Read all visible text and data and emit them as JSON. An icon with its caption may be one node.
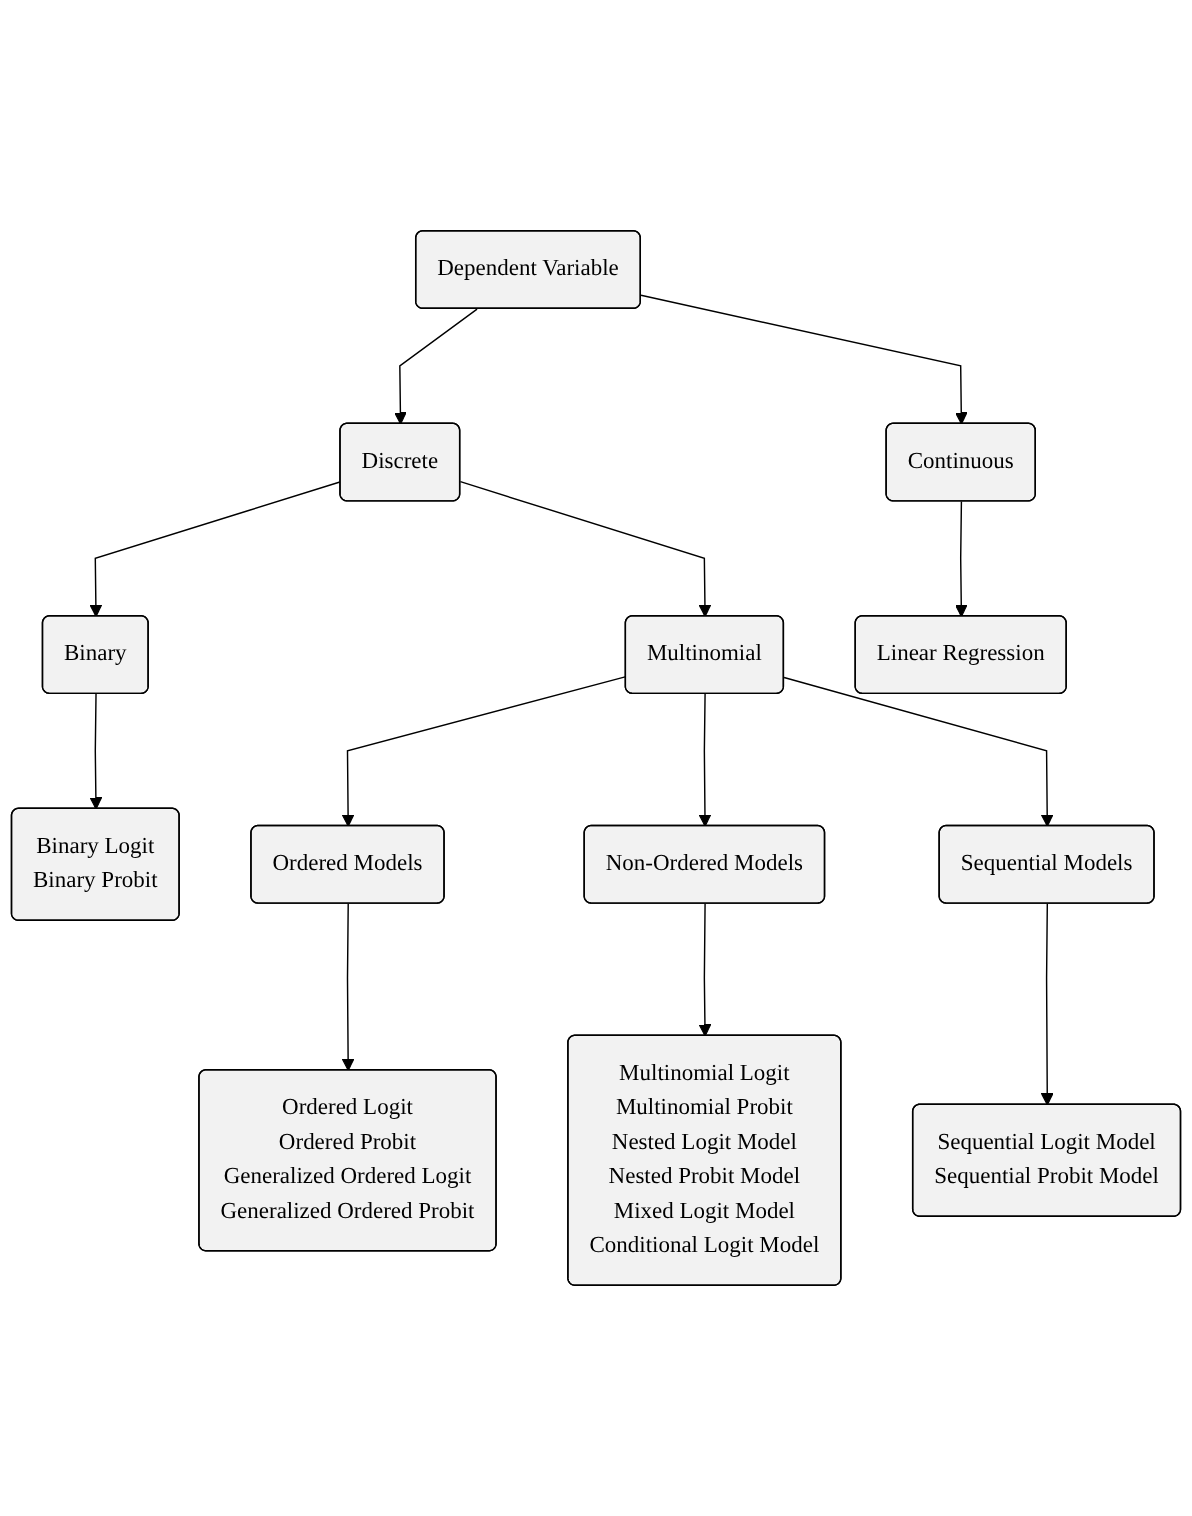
{
  "diagram": {
    "nodes": [
      {
        "text": [
          "Dependent Variable"
        ]
      },
      {
        "text": [
          "Discrete"
        ]
      },
      {
        "text": [
          "Continuous"
        ]
      },
      {
        "text": [
          "Binary"
        ]
      },
      {
        "text": [
          "Multinomial"
        ]
      },
      {
        "text": [
          "Linear Regression"
        ]
      },
      {
        "text": [
          "Binary Logit",
          "Binary Probit"
        ]
      },
      {
        "text": [
          "Ordered Models"
        ]
      },
      {
        "text": [
          "Ordered Logit",
          "Ordered Probit",
          "Generalized Ordered Logit",
          "Generalized Ordered Probit"
        ]
      },
      {
        "text": [
          "Non-Ordered Models"
        ]
      },
      {
        "text": [
          "Multinomial Logit",
          "Multinomial Probit",
          "Nested Logit Model",
          "Nested Probit Model",
          "Mixed Logit Model",
          "Conditional Logit Model"
        ]
      },
      {
        "text": [
          "Sequential Models"
        ]
      },
      {
        "text": [
          "Sequential Logit Model",
          "Sequential Probit Model"
        ]
      }
    ],
    "edges": [
      {
        "from": 0,
        "to": 1,
        "arrow": "to"
      },
      {
        "from": 0,
        "to": 2,
        "arrow": "to"
      },
      {
        "from": 1,
        "to": 3,
        "arrow": "to"
      },
      {
        "from": 1,
        "to": 4,
        "arrow": "to"
      },
      {
        "from": 2,
        "to": 5,
        "arrow": "to"
      },
      {
        "from": 3,
        "to": 6,
        "arrow": "to"
      },
      {
        "from": 4,
        "to": 7,
        "arrow": "to"
      },
      {
        "from": 7,
        "to": 8,
        "arrow": "to"
      },
      {
        "from": 4,
        "to": 9,
        "arrow": "to"
      },
      {
        "from": 9,
        "to": 10,
        "arrow": "to"
      },
      {
        "from": 4,
        "to": 11,
        "arrow": "to"
      },
      {
        "from": 11,
        "to": 12,
        "arrow": "to"
      }
    ]
  }
}
